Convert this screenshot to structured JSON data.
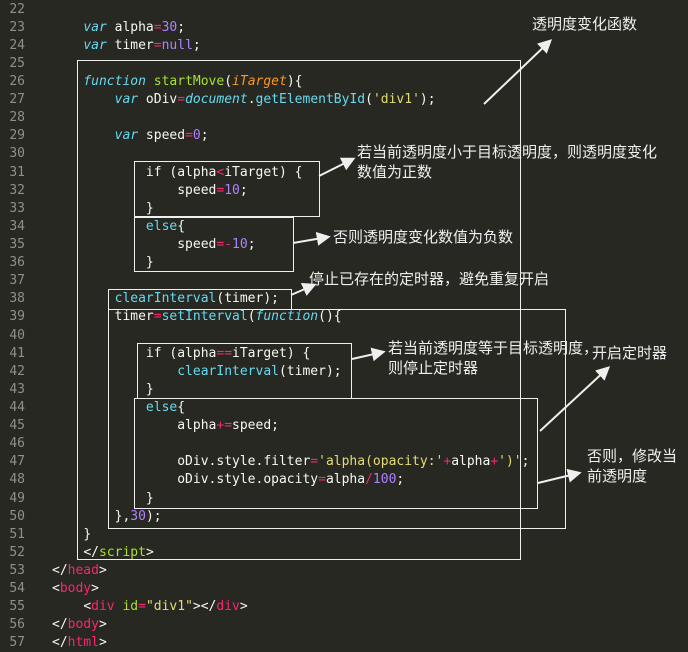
{
  "colors": {
    "background": "#272822",
    "line_number": "#90908a",
    "plain": "#f8f8f2",
    "keyword": "#66d9ef",
    "function_name": "#a6e22e",
    "parameter": "#fd971f",
    "string": "#e6db74",
    "number": "#ae81ff",
    "operator": "#f92672",
    "tag": "#f92672",
    "annotation": "#efefef"
  },
  "editor": {
    "first_line_number": 22,
    "last_line_number": 57,
    "lines": [
      {
        "n": 22,
        "indent": 0,
        "tokens": []
      },
      {
        "n": 23,
        "indent": 1,
        "tokens": [
          {
            "c": "k",
            "t": "var"
          },
          {
            "c": "p",
            "t": " alpha"
          },
          {
            "c": "op",
            "t": "="
          },
          {
            "c": "n",
            "t": "30"
          },
          {
            "c": "p",
            "t": ";"
          }
        ]
      },
      {
        "n": 24,
        "indent": 1,
        "tokens": [
          {
            "c": "k",
            "t": "var"
          },
          {
            "c": "p",
            "t": " timer"
          },
          {
            "c": "op",
            "t": "="
          },
          {
            "c": "n",
            "t": "null"
          },
          {
            "c": "p",
            "t": ";"
          }
        ]
      },
      {
        "n": 25,
        "indent": 0,
        "tokens": []
      },
      {
        "n": 26,
        "indent": 1,
        "tokens": [
          {
            "c": "k",
            "t": "function"
          },
          {
            "c": "p",
            "t": " "
          },
          {
            "c": "g",
            "t": "startMove"
          },
          {
            "c": "p",
            "t": "("
          },
          {
            "c": "o",
            "t": "iTarget"
          },
          {
            "c": "p",
            "t": "){"
          }
        ]
      },
      {
        "n": 27,
        "indent": 2,
        "tokens": [
          {
            "c": "k",
            "t": "var"
          },
          {
            "c": "p",
            "t": " oDiv"
          },
          {
            "c": "op",
            "t": "="
          },
          {
            "c": "k",
            "t": "document"
          },
          {
            "c": "p",
            "t": "."
          },
          {
            "c": "s",
            "t": "getElementById"
          },
          {
            "c": "p",
            "t": "("
          },
          {
            "c": "str",
            "t": "'div1'"
          },
          {
            "c": "p",
            "t": ");"
          }
        ]
      },
      {
        "n": 28,
        "indent": 0,
        "tokens": []
      },
      {
        "n": 29,
        "indent": 2,
        "tokens": [
          {
            "c": "k",
            "t": "var"
          },
          {
            "c": "p",
            "t": " speed"
          },
          {
            "c": "op",
            "t": "="
          },
          {
            "c": "n",
            "t": "0"
          },
          {
            "c": "p",
            "t": ";"
          }
        ]
      },
      {
        "n": 30,
        "indent": 0,
        "tokens": []
      },
      {
        "n": 31,
        "indent": 3,
        "tokens": [
          {
            "c": "p",
            "t": "if (alpha"
          },
          {
            "c": "op",
            "t": "<"
          },
          {
            "c": "p",
            "t": "iTarget) {"
          }
        ]
      },
      {
        "n": 32,
        "indent": 4,
        "tokens": [
          {
            "c": "p",
            "t": "speed"
          },
          {
            "c": "op",
            "t": "="
          },
          {
            "c": "n",
            "t": "10"
          },
          {
            "c": "p",
            "t": ";"
          }
        ]
      },
      {
        "n": 33,
        "indent": 3,
        "tokens": [
          {
            "c": "p",
            "t": "}"
          }
        ]
      },
      {
        "n": 34,
        "indent": 3,
        "tokens": [
          {
            "c": "s",
            "t": "else"
          },
          {
            "c": "p",
            "t": "{"
          }
        ]
      },
      {
        "n": 35,
        "indent": 4,
        "tokens": [
          {
            "c": "p",
            "t": "speed"
          },
          {
            "c": "op",
            "t": "=-"
          },
          {
            "c": "n",
            "t": "10"
          },
          {
            "c": "p",
            "t": ";"
          }
        ]
      },
      {
        "n": 36,
        "indent": 3,
        "tokens": [
          {
            "c": "p",
            "t": "}"
          }
        ]
      },
      {
        "n": 37,
        "indent": 0,
        "tokens": []
      },
      {
        "n": 38,
        "indent": 2,
        "tokens": [
          {
            "c": "s",
            "t": "clearInterval"
          },
          {
            "c": "p",
            "t": "(timer);"
          }
        ]
      },
      {
        "n": 39,
        "indent": 2,
        "tokens": [
          {
            "c": "p",
            "t": "timer"
          },
          {
            "c": "op",
            "t": "="
          },
          {
            "c": "s",
            "t": "setInterval"
          },
          {
            "c": "p",
            "t": "("
          },
          {
            "c": "k",
            "t": "function"
          },
          {
            "c": "p",
            "t": "(){"
          }
        ]
      },
      {
        "n": 40,
        "indent": 0,
        "tokens": []
      },
      {
        "n": 41,
        "indent": 3,
        "tokens": [
          {
            "c": "p",
            "t": "if (alpha"
          },
          {
            "c": "op",
            "t": "=="
          },
          {
            "c": "p",
            "t": "iTarget) {"
          }
        ]
      },
      {
        "n": 42,
        "indent": 4,
        "tokens": [
          {
            "c": "s",
            "t": "clearInterval"
          },
          {
            "c": "p",
            "t": "(timer);"
          }
        ]
      },
      {
        "n": 43,
        "indent": 3,
        "tokens": [
          {
            "c": "p",
            "t": "}"
          }
        ]
      },
      {
        "n": 44,
        "indent": 3,
        "tokens": [
          {
            "c": "s",
            "t": "else"
          },
          {
            "c": "p",
            "t": "{"
          }
        ]
      },
      {
        "n": 45,
        "indent": 4,
        "tokens": [
          {
            "c": "p",
            "t": "alpha"
          },
          {
            "c": "op",
            "t": "+="
          },
          {
            "c": "p",
            "t": "speed;"
          }
        ]
      },
      {
        "n": 46,
        "indent": 0,
        "tokens": []
      },
      {
        "n": 47,
        "indent": 4,
        "tokens": [
          {
            "c": "p",
            "t": "oDiv.style.filter"
          },
          {
            "c": "op",
            "t": "="
          },
          {
            "c": "str",
            "t": "'alpha(opacity:'"
          },
          {
            "c": "op",
            "t": "+"
          },
          {
            "c": "p",
            "t": "alpha"
          },
          {
            "c": "op",
            "t": "+"
          },
          {
            "c": "str",
            "t": "')'"
          },
          {
            "c": "p",
            "t": ";"
          }
        ]
      },
      {
        "n": 48,
        "indent": 4,
        "tokens": [
          {
            "c": "p",
            "t": "oDiv.style.opacity"
          },
          {
            "c": "op",
            "t": "="
          },
          {
            "c": "p",
            "t": "alpha"
          },
          {
            "c": "op",
            "t": "/"
          },
          {
            "c": "n",
            "t": "100"
          },
          {
            "c": "p",
            "t": ";"
          }
        ]
      },
      {
        "n": 49,
        "indent": 3,
        "tokens": [
          {
            "c": "p",
            "t": "}"
          }
        ]
      },
      {
        "n": 50,
        "indent": 2,
        "tokens": [
          {
            "c": "p",
            "t": "},"
          },
          {
            "c": "n",
            "t": "30"
          },
          {
            "c": "p",
            "t": ");"
          }
        ]
      },
      {
        "n": 51,
        "indent": 1,
        "tokens": [
          {
            "c": "p",
            "t": "}"
          }
        ]
      },
      {
        "n": 52,
        "indent": 1,
        "tokens": [
          {
            "c": "p",
            "t": "</"
          },
          {
            "c": "g",
            "t": "script"
          },
          {
            "c": "p",
            "t": ">"
          }
        ]
      },
      {
        "n": 53,
        "indent": 0,
        "tokens": [
          {
            "c": "p",
            "t": "</"
          },
          {
            "c": "t",
            "t": "head"
          },
          {
            "c": "p",
            "t": ">"
          }
        ]
      },
      {
        "n": 54,
        "indent": 0,
        "tokens": [
          {
            "c": "p",
            "t": "<"
          },
          {
            "c": "t",
            "t": "body"
          },
          {
            "c": "p",
            "t": ">"
          }
        ]
      },
      {
        "n": 55,
        "indent": 1,
        "tokens": [
          {
            "c": "p",
            "t": "<"
          },
          {
            "c": "t",
            "t": "div"
          },
          {
            "c": "p",
            "t": " "
          },
          {
            "c": "g",
            "t": "id"
          },
          {
            "c": "op",
            "t": "="
          },
          {
            "c": "str",
            "t": "\"div1\""
          },
          {
            "c": "p",
            "t": "></"
          },
          {
            "c": "t",
            "t": "div"
          },
          {
            "c": "p",
            "t": ">"
          }
        ]
      },
      {
        "n": 56,
        "indent": 0,
        "tokens": [
          {
            "c": "p",
            "t": "</"
          },
          {
            "c": "t",
            "t": "body"
          },
          {
            "c": "p",
            "t": ">"
          }
        ]
      },
      {
        "n": 57,
        "indent": 0,
        "tokens": [
          {
            "c": "p",
            "t": "</"
          },
          {
            "c": "t",
            "t": "html"
          },
          {
            "c": "p",
            "t": ">"
          }
        ]
      }
    ]
  },
  "annotations": {
    "function_note": "透明度变化函数",
    "positive_note": {
      "line1": "若当前透明度小于目标透明度，则透明度变化",
      "line2": "数值为正数"
    },
    "negative_note": "否则透明度变化数值为负数",
    "clear_note": "停止已存在的定时器，避免重复开启",
    "equal_note": {
      "line1": "若当前透明度等于目标透明度，",
      "line2": "则停止定时器"
    },
    "start_timer_note": "开启定时器",
    "modify_note": {
      "line1": "否则，修改当",
      "line2": "前透明度"
    }
  }
}
